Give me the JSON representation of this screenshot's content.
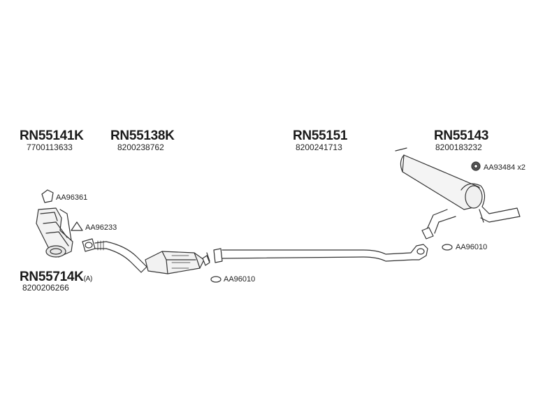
{
  "parts": [
    {
      "id": "front-pipe",
      "code": "RN55141K",
      "oem": "7700113633"
    },
    {
      "id": "cat-pipe",
      "code": "RN55138K",
      "oem": "8200238762"
    },
    {
      "id": "center-pipe",
      "code": "RN55151",
      "oem": "8200241713"
    },
    {
      "id": "rear-muffler",
      "code": "RN55143",
      "oem": "8200183232"
    },
    {
      "id": "manifold-cat",
      "code": "RN55714K",
      "suffix": "(A)",
      "oem": "8200206266"
    }
  ],
  "accessories": [
    {
      "id": "aa-96361",
      "label": "AA96361"
    },
    {
      "id": "aa-96233",
      "label": "AA96233"
    },
    {
      "id": "aa-96010-left",
      "label": "AA96010"
    },
    {
      "id": "aa-96010-right",
      "label": "AA96010"
    },
    {
      "id": "aa-93484",
      "label": "AA93484 x2"
    }
  ]
}
